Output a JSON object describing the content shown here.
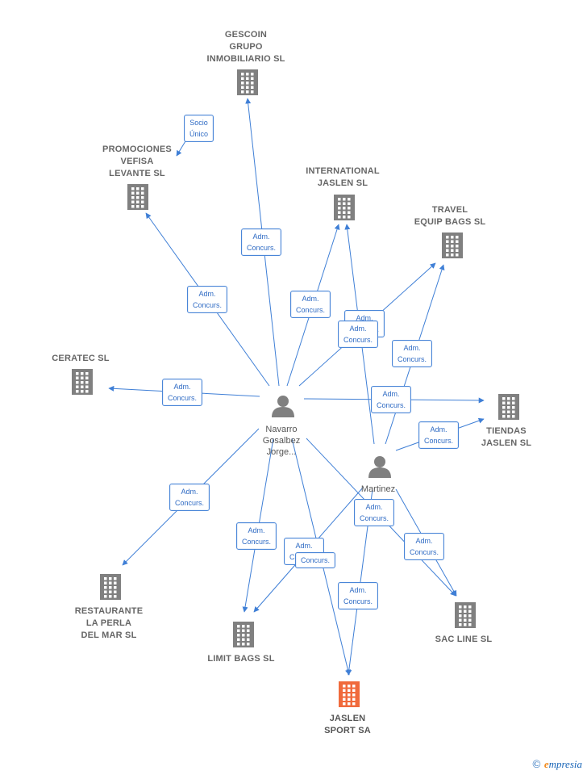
{
  "nodes": {
    "gescoin": {
      "lines": [
        "GESCOIN",
        "GRUPO",
        "INMOBILIARIO SL"
      ]
    },
    "promociones": {
      "lines": [
        "PROMOCIONES",
        "VEFISA",
        "LEVANTE SL"
      ]
    },
    "international": {
      "lines": [
        "INTERNATIONAL",
        "JASLEN SL"
      ]
    },
    "travel": {
      "lines": [
        "TRAVEL",
        "EQUIP BAGS SL"
      ]
    },
    "ceratec": {
      "lines": [
        "CERATEC SL"
      ]
    },
    "tiendas": {
      "lines": [
        "TIENDAS",
        "JASLEN SL"
      ]
    },
    "restaurante": {
      "lines": [
        "RESTAURANTE",
        "LA PERLA",
        "DEL MAR SL"
      ]
    },
    "limit": {
      "lines": [
        "LIMIT BAGS SL"
      ]
    },
    "jaslen": {
      "lines": [
        "JASLEN",
        "SPORT SA"
      ],
      "color": "#f06a3c"
    },
    "sacline": {
      "lines": [
        "SAC LINE SL"
      ]
    }
  },
  "persons": {
    "navarro": {
      "lines": [
        "Navarro",
        "Gosalbez",
        "Jorge..."
      ]
    },
    "martinez": {
      "lines": [
        "Martinez"
      ]
    }
  },
  "edge_labels": {
    "socio": [
      "Socio",
      "Único"
    ],
    "adm": [
      "Adm.",
      "Concurs."
    ],
    "concurs_only": [
      "Concurs."
    ]
  },
  "colors": {
    "building": "#808080",
    "main_building": "#f06a3c",
    "edge": "#3f7fd6",
    "person": "#808080"
  },
  "watermark": {
    "symbol": "©",
    "brand_first": "e",
    "brand_rest": "mpresia"
  }
}
